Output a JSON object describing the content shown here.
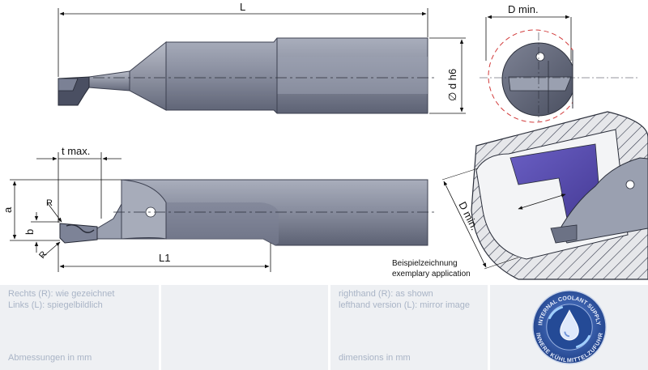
{
  "labels": {
    "L": "L",
    "D_min_top": "D min.",
    "d_h6": "∅ d h6",
    "t_max": "t max.",
    "a": "a",
    "b": "b",
    "R_top": "R",
    "R_bottom": "R",
    "L1": "L1",
    "D_min_section": "D min."
  },
  "caption": {
    "line1": "Beispielzeichnung",
    "line2": "exemplary application"
  },
  "info": {
    "de_line1": "Rechts (R): wie gezeichnet",
    "de_line2": "Links (L): spiegelbildlich",
    "de_units": "Abmessungen in mm",
    "en_line1": "righthand (R): as shown",
    "en_line2": "lefthand version (L): mirror image",
    "en_units": "dimensions in mm"
  },
  "badge": {
    "text_top": "INTERNAL COOLANT SUPPLY",
    "text_bottom": "INNERE KÜHLMITTELZUFUHR"
  },
  "colors": {
    "tool_body": "#8c92a4",
    "tool_dark": "#5f6578",
    "tool_light": "#b9bfcc",
    "workpiece_purple": "#5b4fb0",
    "panel_bg": "#eef0f3",
    "panel_text": "#a9b4c6",
    "badge_blue": "#2a4f9a"
  }
}
